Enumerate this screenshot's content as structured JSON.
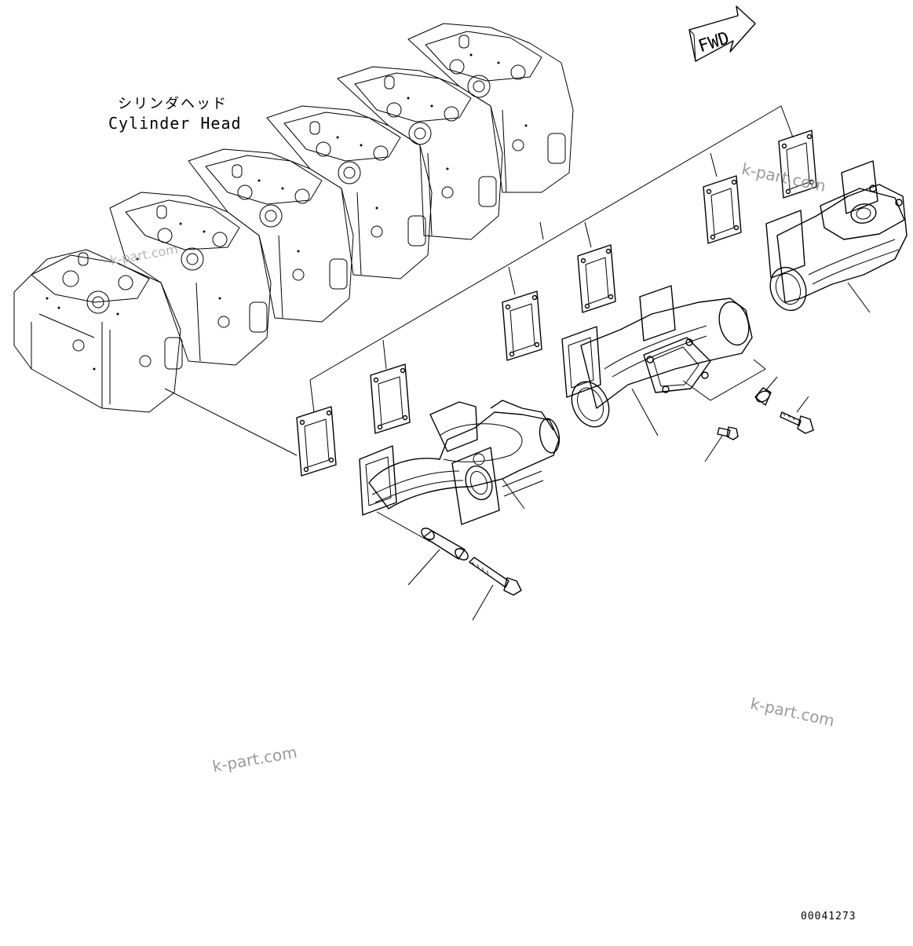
{
  "labels": {
    "cylinder_head_jp": "シリンダヘッド",
    "cylinder_head_en": "Cylinder Head",
    "fwd": "FWD",
    "drawing_number": "00041273"
  },
  "watermarks": [
    "k-part.com",
    "k-part.com",
    "k-part.com",
    "k-part.com"
  ],
  "colors": {
    "line": "#000000",
    "watermark": "#9a9a9a",
    "background": "#ffffff"
  }
}
